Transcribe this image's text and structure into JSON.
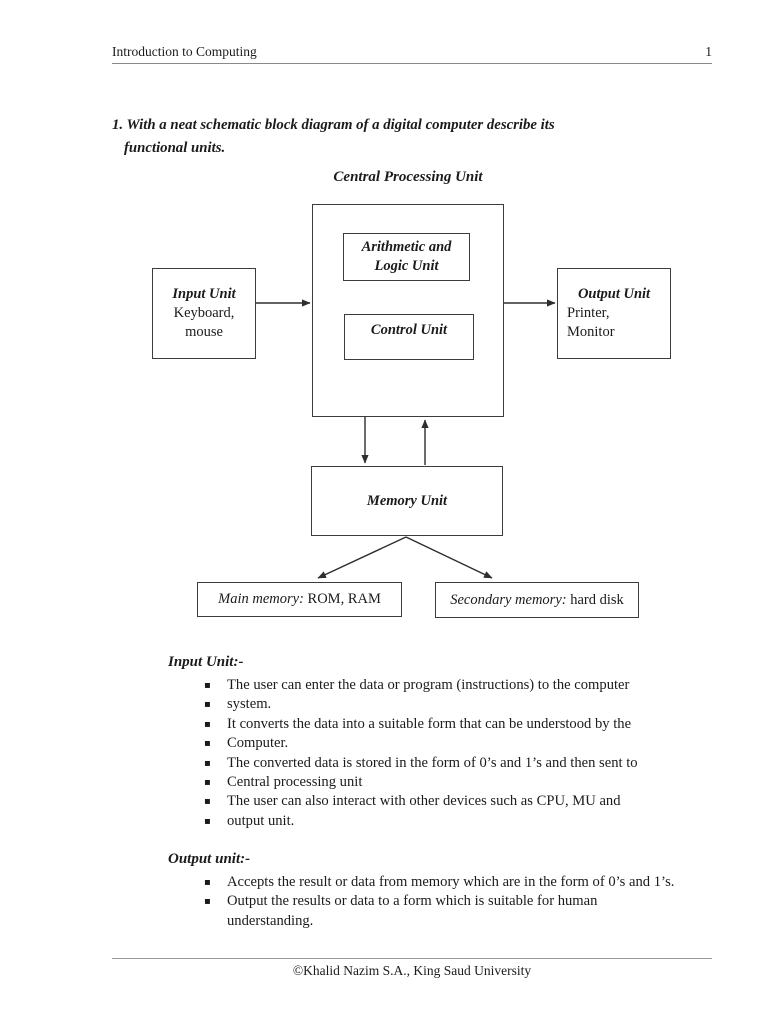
{
  "ui": {
    "bullet_glyph": "▪"
  },
  "header": {
    "title": "Introduction to Computing",
    "page_number": "1"
  },
  "question": {
    "line1": "1. With a neat schematic block diagram of a digital computer describe its",
    "line2": "functional units."
  },
  "diagram": {
    "cpu_label": "Central Processing Unit",
    "alu_line1": "Arithmetic and",
    "alu_line2": "Logic Unit",
    "control_label": "Control Unit",
    "input_title": "Input Unit",
    "input_line1": "Keyboard,",
    "input_line2": "mouse",
    "output_title": "Output Unit",
    "output_line1": "Printer,",
    "output_line2": "Monitor",
    "memory_label": "Memory Unit",
    "main_memory_label": "Main memory:",
    "main_memory_value": " ROM, RAM",
    "secondary_memory_label": "Secondary memory:",
    "secondary_memory_value": " hard disk"
  },
  "sections": [
    {
      "heading": "Input Unit:-",
      "items": [
        {
          "bullet": true,
          "text": "The user can enter the data or program (instructions) to the computer"
        },
        {
          "bullet": true,
          "text": "system."
        },
        {
          "bullet": true,
          "text": "It converts the data into a suitable form that can be understood by the"
        },
        {
          "bullet": true,
          "text": "Computer."
        },
        {
          "bullet": true,
          "text": "The converted data is stored in the form of 0’s and 1’s and then sent to"
        },
        {
          "bullet": true,
          "text": "Central processing unit"
        },
        {
          "bullet": true,
          "text": "The user can also interact with other devices such as CPU, MU and"
        },
        {
          "bullet": true,
          "text": "output unit."
        }
      ]
    },
    {
      "heading": "Output unit:-",
      "items": [
        {
          "bullet": true,
          "text": "Accepts the result or data from memory which are in the form of 0’s and 1’s."
        },
        {
          "bullet": true,
          "text": "Output the results or data to a form which is suitable for human"
        },
        {
          "bullet": false,
          "text": "understanding."
        }
      ]
    }
  ],
  "footer": {
    "text": "©Khalid Nazim S.A., King Saud University"
  }
}
